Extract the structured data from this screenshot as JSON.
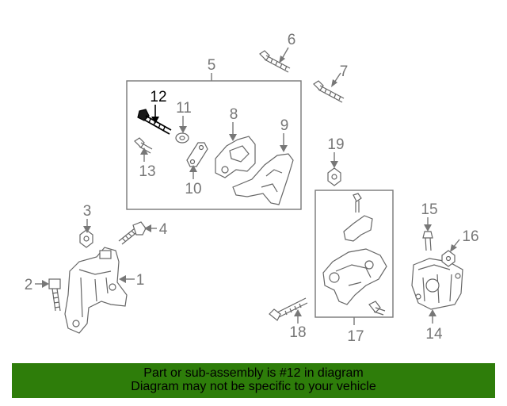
{
  "colors": {
    "banner_bg": "#2e7d0a",
    "highlight": "#000000",
    "callout": "#777777",
    "part_stroke": "#666666"
  },
  "callouts": {
    "c1": "1",
    "c2": "2",
    "c3": "3",
    "c4": "4",
    "c5": "5",
    "c6": "6",
    "c7": "7",
    "c8": "8",
    "c9": "9",
    "c10": "10",
    "c11": "11",
    "c12": "12",
    "c13": "13",
    "c14": "14",
    "c15": "15",
    "c16": "16",
    "c17": "17",
    "c18": "18",
    "c19": "19"
  },
  "highlighted_part": "12",
  "banner": {
    "line1": "Part or sub-assembly is #12 in diagram",
    "line2": "Diagram may not be specific to your vehicle"
  }
}
